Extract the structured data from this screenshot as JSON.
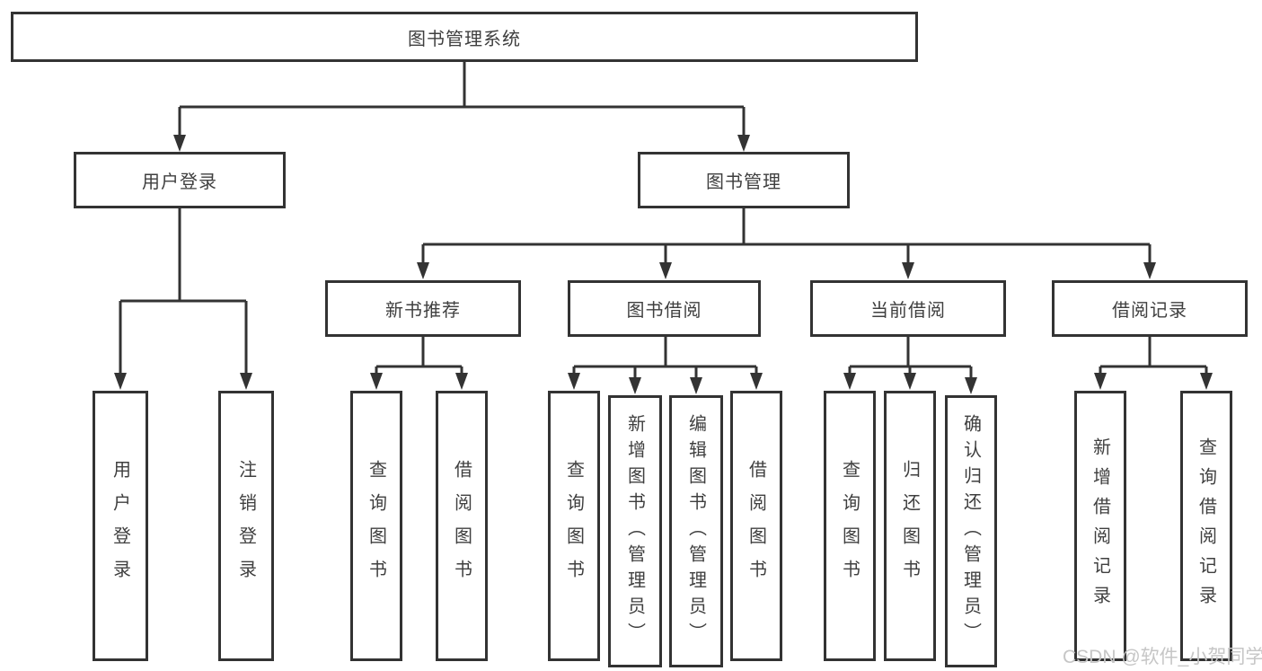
{
  "colors": {
    "line": "#333333",
    "box_border": "#333333",
    "text": "#3f3f3f",
    "watermark": "#c6c6c6",
    "background": "#ffffff"
  },
  "watermark": "CSDN @软件_小贺同学",
  "tree": {
    "root": {
      "label": "图书管理系统",
      "children": [
        {
          "label": "用户登录",
          "children": [
            {
              "label": "用户登录"
            },
            {
              "label": "注销登录"
            }
          ]
        },
        {
          "label": "图书管理",
          "children": [
            {
              "label": "新书推荐",
              "children": [
                {
                  "label": "查询图书"
                },
                {
                  "label": "借阅图书"
                }
              ]
            },
            {
              "label": "图书借阅",
              "children": [
                {
                  "label": "查询图书"
                },
                {
                  "label": "新增图书（管理员）"
                },
                {
                  "label": "编辑图书（管理员）"
                },
                {
                  "label": "借阅图书"
                }
              ]
            },
            {
              "label": "当前借阅",
              "children": [
                {
                  "label": "查询图书"
                },
                {
                  "label": "归还图书"
                },
                {
                  "label": "确认归还（管理员）"
                }
              ]
            },
            {
              "label": "借阅记录",
              "children": [
                {
                  "label": "新增借阅记录"
                },
                {
                  "label": "查询借阅记录"
                }
              ]
            }
          ]
        }
      ]
    }
  }
}
